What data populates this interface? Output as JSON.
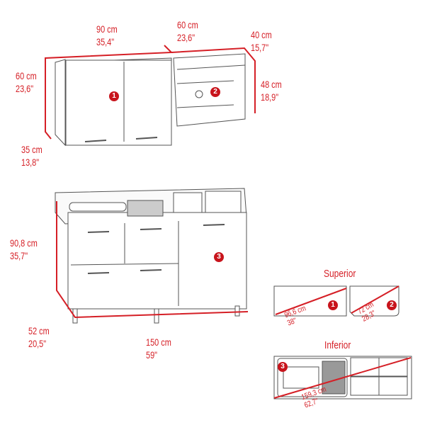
{
  "upper_cabinet_1": {
    "width": {
      "cm": "90 cm",
      "in": "35,4\""
    },
    "height": {
      "cm": "60 cm",
      "in": "23,6\""
    },
    "depth": {
      "cm": "35 cm",
      "in": "13,8\""
    },
    "badge": "1"
  },
  "upper_cabinet_2": {
    "width": {
      "cm": "60 cm",
      "in": "23,6\""
    },
    "depth": {
      "cm": "40 cm",
      "in": "15,7\""
    },
    "height": {
      "cm": "48 cm",
      "in": "18,9\""
    },
    "badge": "2"
  },
  "lower_cabinet_3": {
    "height": {
      "cm": "90,8 cm",
      "in": "35,7\""
    },
    "depth": {
      "cm": "52 cm",
      "in": "20,5\""
    },
    "width": {
      "cm": "150 cm",
      "in": "59\""
    },
    "badge": "3"
  },
  "superior": {
    "title": "Superior",
    "diag1": {
      "cm": "96,6 cm",
      "in": "38\""
    },
    "diag2": {
      "cm": "72 cm",
      "in": "28,3\""
    },
    "badge1": "1",
    "badge2": "2"
  },
  "inferior": {
    "title": "Inferior",
    "diag": {
      "cm": "159,3 cm",
      "in": "62,7\""
    },
    "badge": "3"
  },
  "colors": {
    "accent": "#d51f26",
    "line": "#555555"
  }
}
